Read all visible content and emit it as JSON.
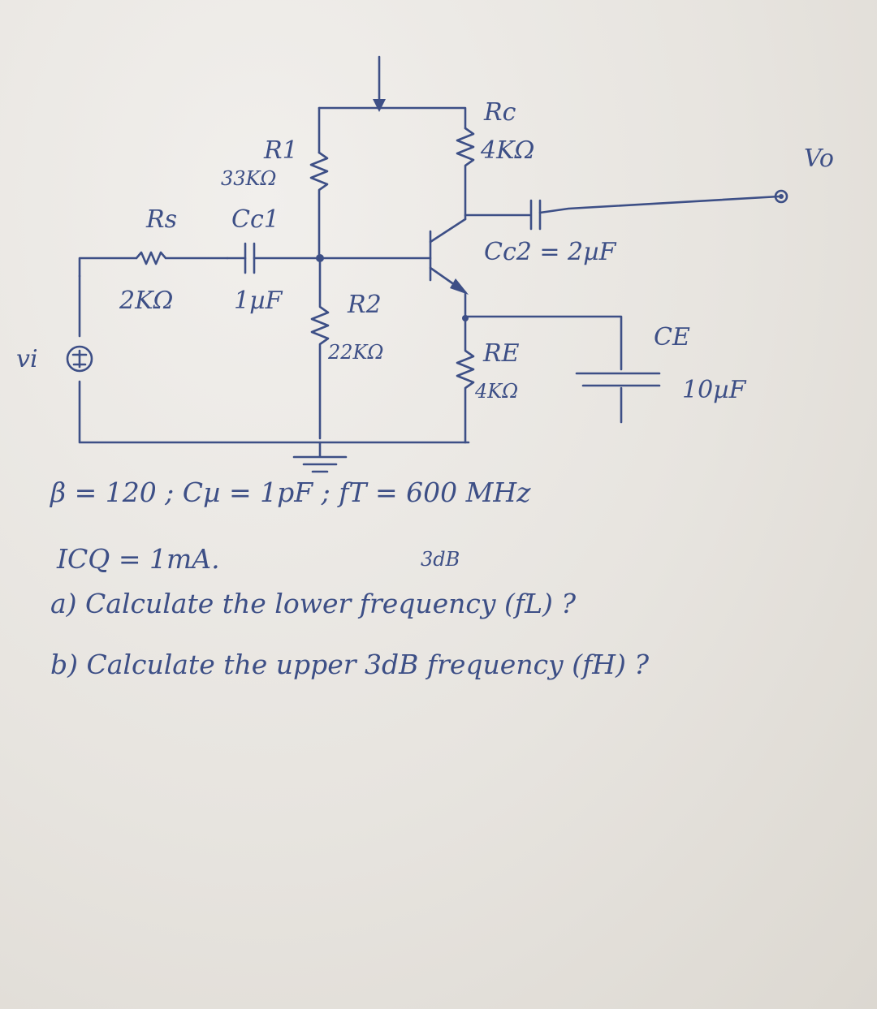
{
  "labels": {
    "rc": "Rc",
    "rc_val": "4KΩ",
    "vo": "Vo",
    "r1": "R1",
    "r1_val": "33KΩ",
    "rs": "Rs",
    "rs_val": "2KΩ",
    "cc1": "Cc1",
    "cc1_val": "1µF",
    "cc2": "Cc2 = 2µF",
    "r2": "R2",
    "r2_val": "22KΩ",
    "re": "RE",
    "re_val": "4KΩ",
    "ce": "CE",
    "ce_val": "10µF",
    "vi": "vi"
  },
  "params": {
    "line1": "β = 120  ;  Cµ = 1pF  ;  fT = 600 MHz",
    "line2": "ICQ = 1mA."
  },
  "questions": {
    "note_3db": "3dB",
    "a": "a) Calculate the lower frequency (fL) ?",
    "b": "b) Calculate the upper 3dB frequency (fH) ?"
  }
}
